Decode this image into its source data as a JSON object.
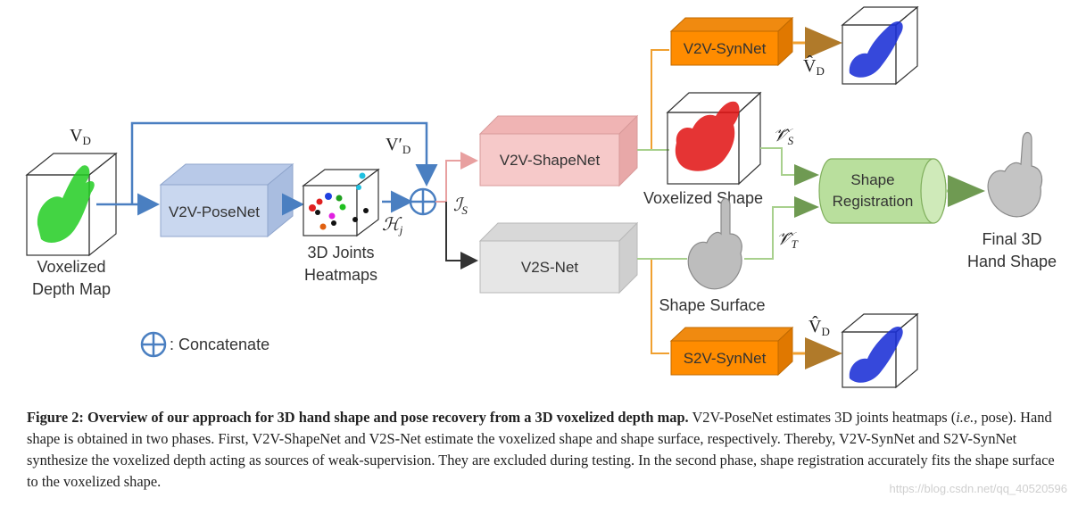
{
  "diagram": {
    "inputs": {
      "vd_label": "V",
      "vd_sub": "D",
      "vd_prime_label": "V′",
      "vd_prime_sub": "D",
      "voxelized_depth_line1": "Voxelized",
      "voxelized_depth_line2": "Depth Map"
    },
    "modules": {
      "pose_net": "V2V-PoseNet",
      "shape_net": "V2V-ShapeNet",
      "v2s_net": "V2S-Net",
      "v2v_synnet": "V2V-SynNet",
      "s2v_synnet": "S2V-SynNet",
      "shape_registration_line1": "Shape",
      "shape_registration_line2": "Registration"
    },
    "labels": {
      "joints_heatmaps_line1": "3D Joints",
      "joints_heatmaps_line2": "Heatmaps",
      "voxelized_shape": "Voxelized Shape",
      "shape_surface": "Shape Surface",
      "final_line1": "Final 3D",
      "final_line2": "Hand Shape",
      "concatenate": ": Concatenate"
    },
    "symbols": {
      "H_j": "ℋ",
      "H_j_sub": "j",
      "I_S": "ℐ",
      "I_S_sub": "S",
      "V_S_hat": "𝒱̂",
      "V_S_sub": "S",
      "V_T_hat": "𝒱̂",
      "V_T_sub": "T",
      "V_D_hat": "V̂",
      "V_D_hat_sub": "D"
    },
    "colors": {
      "blue_arrow": "#4a7fc1",
      "orange": "#ff8c00",
      "green_line": "#a8d08d",
      "pose_box": "#c9d7ef",
      "shape_box": "#f6c9c9",
      "v2s_box": "#e6e6e6",
      "registration": "#b9df9d",
      "voxel_red": "#e01010",
      "voxel_blue": "#1a2fd6",
      "voxel_green": "#22cc22"
    }
  },
  "caption": {
    "title": "Figure 2: Overview of our approach for 3D hand shape and pose recovery from a 3D voxelized depth map.",
    "text1": " V2V-PoseNet estimates 3D joints heatmaps (",
    "ie": "i.e.,",
    "text2": " pose). Hand shape is obtained in two phases. First, V2V-ShapeNet and V2S-Net estimate the voxelized shape and shape surface, respectively. Thereby, V2V-SynNet and S2V-SynNet synthesize the voxelized depth acting as sources of weak-supervision. They are excluded during testing. In the second phase, shape registration accurately fits the shape surface to the voxelized shape."
  },
  "watermark": "https://blog.csdn.net/qq_40520596"
}
